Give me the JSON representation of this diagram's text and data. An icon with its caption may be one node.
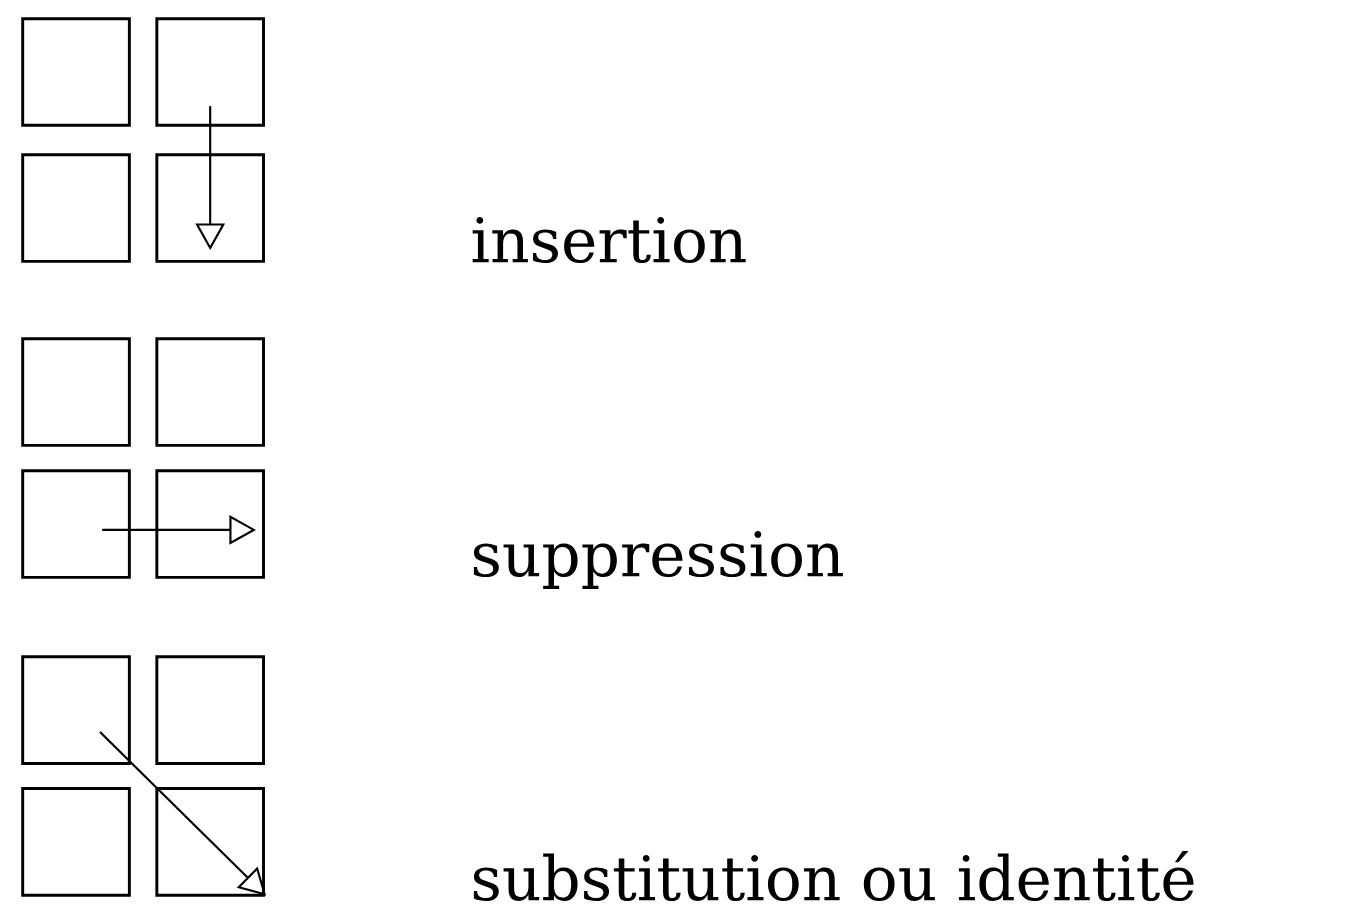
{
  "diagram": {
    "nodes": [
      {
        "text": [],
        "shape": "box"
      },
      {
        "text": [],
        "shape": "box"
      },
      {
        "text": [],
        "shape": "box"
      },
      {
        "text": [],
        "shape": "box"
      },
      {
        "text": [],
        "shape": "box"
      },
      {
        "text": [],
        "shape": "box"
      },
      {
        "text": [],
        "shape": "box"
      },
      {
        "text": [],
        "shape": "box"
      },
      {
        "text": [],
        "shape": "box"
      },
      {
        "text": [],
        "shape": "box"
      },
      {
        "text": [],
        "shape": "box"
      },
      {
        "text": [],
        "shape": "box"
      }
    ],
    "edges": [
      {
        "from": 1,
        "to": 3,
        "arrow": "to"
      },
      {
        "from": 6,
        "to": 7,
        "arrow": "to"
      },
      {
        "from": 8,
        "to": 11,
        "arrow": "to"
      }
    ],
    "labels": [
      "insertion",
      "suppression",
      "substitution ou identité"
    ]
  }
}
